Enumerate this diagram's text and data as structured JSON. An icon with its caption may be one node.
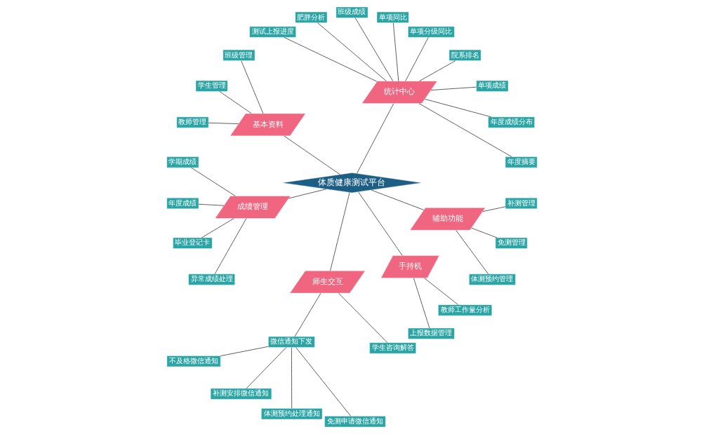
{
  "diagram": {
    "nodes": [
      {
        "text": [
          "体质健康测试平台"
        ]
      },
      {
        "text": [
          "统计中心"
        ]
      },
      {
        "text": [
          "年度摘要"
        ]
      },
      {
        "text": [
          "年度成绩分布"
        ]
      },
      {
        "text": [
          "单项成绩"
        ]
      },
      {
        "text": [
          "院系排名"
        ]
      },
      {
        "text": [
          "单项分级同比"
        ]
      },
      {
        "text": [
          "单项同比"
        ]
      },
      {
        "text": [
          "班级成绩"
        ]
      },
      {
        "text": [
          "肥胖分析"
        ]
      },
      {
        "text": [
          "测试上报进度"
        ]
      },
      {
        "text": [
          "基本资料"
        ]
      },
      {
        "text": [
          "班级管理"
        ]
      },
      {
        "text": [
          "学生管理"
        ]
      },
      {
        "text": [
          "教师管理"
        ]
      },
      {
        "text": [
          "成绩管理"
        ]
      },
      {
        "text": [
          "学期成绩"
        ]
      },
      {
        "text": [
          "年度成绩"
        ]
      },
      {
        "text": [
          "毕业登记卡"
        ]
      },
      {
        "text": [
          "异常成绩处理"
        ]
      },
      {
        "text": [
          "师生交互"
        ]
      },
      {
        "text": [
          "微信通知下发"
        ]
      },
      {
        "text": [
          "不及格微信通知"
        ]
      },
      {
        "text": [
          "补测安排微信通知"
        ]
      },
      {
        "text": [
          "体测预约处理通知"
        ]
      },
      {
        "text": [
          "免测申请微信通知"
        ]
      },
      {
        "text": [
          "学生咨询解答"
        ]
      },
      {
        "text": [
          "手持机"
        ]
      },
      {
        "text": [
          "上报数据管理"
        ]
      },
      {
        "text": [
          "教师工作量分析"
        ]
      },
      {
        "text": [
          "辅助功能"
        ]
      },
      {
        "text": [
          "体测预约管理"
        ]
      },
      {
        "text": [
          "免测管理"
        ]
      },
      {
        "text": [
          "补测管理"
        ]
      }
    ],
    "edges": [
      {
        "from": 0,
        "to": 1,
        "arrow": "none"
      },
      {
        "from": 1,
        "to": 2,
        "arrow": "none"
      },
      {
        "from": 1,
        "to": 3,
        "arrow": "none"
      },
      {
        "from": 1,
        "to": 4,
        "arrow": "none"
      },
      {
        "from": 1,
        "to": 5,
        "arrow": "none"
      },
      {
        "from": 1,
        "to": 6,
        "arrow": "none"
      },
      {
        "from": 1,
        "to": 7,
        "arrow": "none"
      },
      {
        "from": 1,
        "to": 8,
        "arrow": "none"
      },
      {
        "from": 1,
        "to": 9,
        "arrow": "none"
      },
      {
        "from": 1,
        "to": 10,
        "arrow": "none"
      },
      {
        "from": 0,
        "to": 11,
        "arrow": "none"
      },
      {
        "from": 11,
        "to": 12,
        "arrow": "none"
      },
      {
        "from": 11,
        "to": 13,
        "arrow": "none"
      },
      {
        "from": 11,
        "to": 14,
        "arrow": "none"
      },
      {
        "from": 0,
        "to": 15,
        "arrow": "none"
      },
      {
        "from": 15,
        "to": 16,
        "arrow": "none"
      },
      {
        "from": 15,
        "to": 17,
        "arrow": "none"
      },
      {
        "from": 15,
        "to": 18,
        "arrow": "none"
      },
      {
        "from": 15,
        "to": 19,
        "arrow": "none"
      },
      {
        "from": 0,
        "to": 20,
        "arrow": "none"
      },
      {
        "from": 20,
        "to": 21,
        "arrow": "none"
      },
      {
        "from": 21,
        "to": 22,
        "arrow": "none"
      },
      {
        "from": 21,
        "to": 23,
        "arrow": "none"
      },
      {
        "from": 21,
        "to": 24,
        "arrow": "none"
      },
      {
        "from": 21,
        "to": 25,
        "arrow": "none"
      },
      {
        "from": 20,
        "to": 26,
        "arrow": "none"
      },
      {
        "from": 0,
        "to": 27,
        "arrow": "none"
      },
      {
        "from": 27,
        "to": 28,
        "arrow": "none"
      },
      {
        "from": 27,
        "to": 29,
        "arrow": "none"
      },
      {
        "from": 0,
        "to": 30,
        "arrow": "none"
      },
      {
        "from": 30,
        "to": 31,
        "arrow": "none"
      },
      {
        "from": 30,
        "to": 32,
        "arrow": "none"
      },
      {
        "from": 30,
        "to": 33,
        "arrow": "none"
      }
    ]
  }
}
